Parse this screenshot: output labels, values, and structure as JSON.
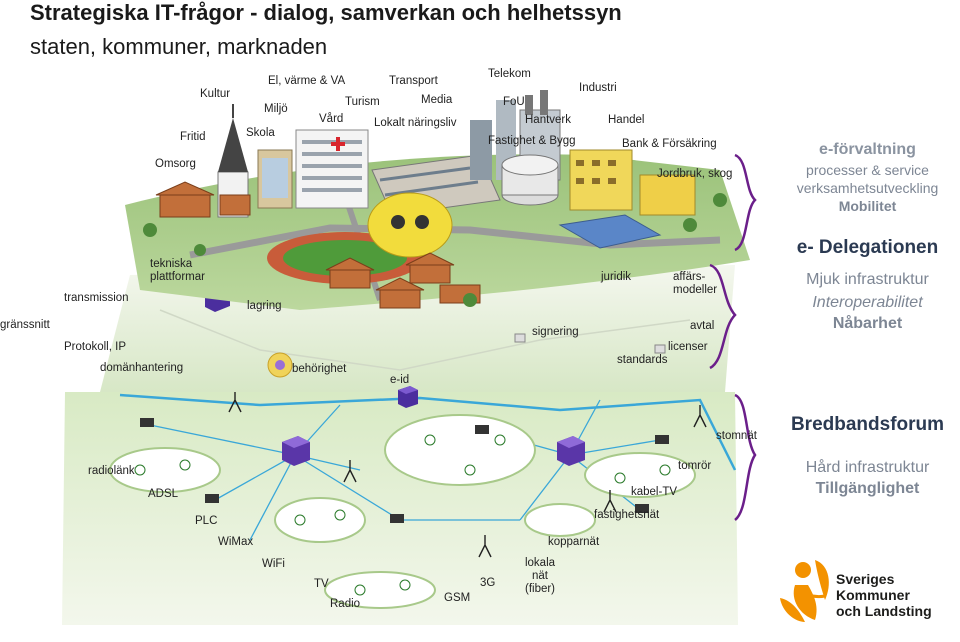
{
  "title": "Strategiska IT-frågor  - dialog, samverkan och helhetssyn",
  "subtitle": "staten, kommuner, marknaden",
  "top_layer_labels": [
    "Kultur",
    "El, värme & VA",
    "Transport",
    "Telekom",
    "Industri",
    "Miljö",
    "Turism",
    "Media",
    "FoU",
    "Vård",
    "Lokalt näringsliv",
    "Hantverk",
    "Handel",
    "Fritid",
    "Skola",
    "Fastighet & Bygg",
    "Bank & Försäkring",
    "Omsorg",
    "Jordbruk, skog"
  ],
  "middle_layer_labels": [
    "tekniska plattformar",
    "transmission",
    "lagring",
    "juridik",
    "affärs-modeller",
    "gränssnitt",
    "signering",
    "avtal",
    "Protokoll, IP",
    "licenser",
    "standards",
    "domänhantering",
    "behörighet",
    "e-id"
  ],
  "bottom_layer_labels": [
    "stomnät",
    "tomrör",
    "radiolänk",
    "kabel-TV",
    "ADSL",
    "fastighetsnät",
    "PLC",
    "kopparnät",
    "WiMax",
    "WiFi",
    "lokala nät (fiber)",
    "TV",
    "3G",
    "GSM",
    "Radio"
  ],
  "right_panel": {
    "top": {
      "title": "e-förvaltning",
      "line1": "processer & service",
      "line2": "verksamhetsutveckling",
      "line3": "Mobilitet"
    },
    "middle": {
      "title": "e- Delegationen",
      "line1": "Mjuk infrastruktur",
      "line2": "Interoperabilitet",
      "line3": "Nåbarhet"
    },
    "bottom": {
      "title": "Bredbandsforum",
      "line1": "Hård infrastruktur",
      "line2": "Tillgänglighet"
    }
  },
  "logo": {
    "line1": "Sveriges",
    "line2": "Kommuner",
    "line3": "och Landsting"
  },
  "colors": {
    "title": "#1a1a1a",
    "panel_blue": "#2b3a52",
    "panel_grey": "#7d8694",
    "brace": "#6b1f8a",
    "logo_orange": "#f39200",
    "logo_text": "#1d1d1b"
  }
}
